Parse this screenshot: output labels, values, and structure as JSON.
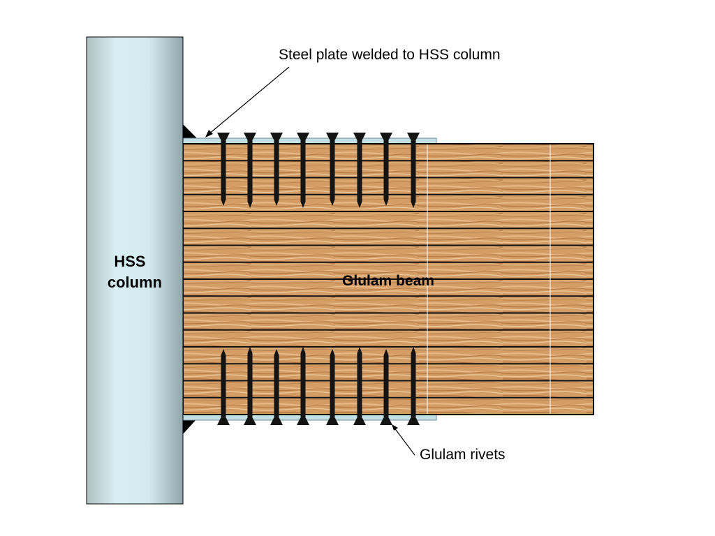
{
  "labels": {
    "column": [
      "HSS",
      "column"
    ],
    "beam": "Glulam beam",
    "plate_callout": "Steel plate welded to HSS column",
    "rivet_callout": "Glulam rivets"
  },
  "structure": {
    "lamination_count": 16,
    "rivets_per_row": 8,
    "rivet_rows": 2
  },
  "colors": {
    "column_light": "#d6eef2",
    "column_dark": "#8fa6ab",
    "plate": "#bfdfe3",
    "wood_light": "#e2b37f",
    "wood_dark": "#a86a38",
    "rivet": "#141414",
    "glue_line": "#111111"
  }
}
